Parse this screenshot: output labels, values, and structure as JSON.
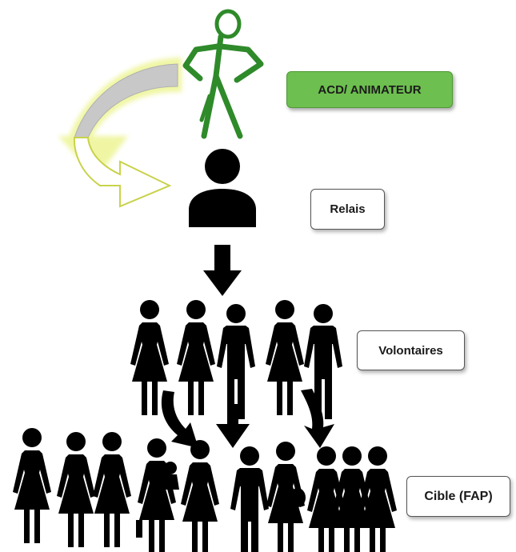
{
  "labels": {
    "acd": "ACD/ ANIMATEUR",
    "relais": "Relais",
    "volontaires": "Volontaires",
    "cible": "Cible (FAP)"
  },
  "colors": {
    "acd_box": "#6dbf4f",
    "stick_figure": "#2f8a2a",
    "curved_arrow_fill": "#c8c8c8",
    "curved_arrow_glow": "#f4f6a8",
    "silhouette": "#000000"
  },
  "icons": {
    "animator": "stick-figure-icon",
    "relay": "person-bust-icon",
    "down_arrow": "down-arrow-icon",
    "curved_arrow": "curved-arrow-icon"
  },
  "groups": {
    "volunteers": [
      "woman",
      "woman",
      "man",
      "woman",
      "man"
    ],
    "target": [
      "woman",
      "woman",
      "woman",
      "woman-with-child",
      "woman",
      "man",
      "pregnant-woman",
      "woman",
      "woman",
      "woman"
    ]
  }
}
